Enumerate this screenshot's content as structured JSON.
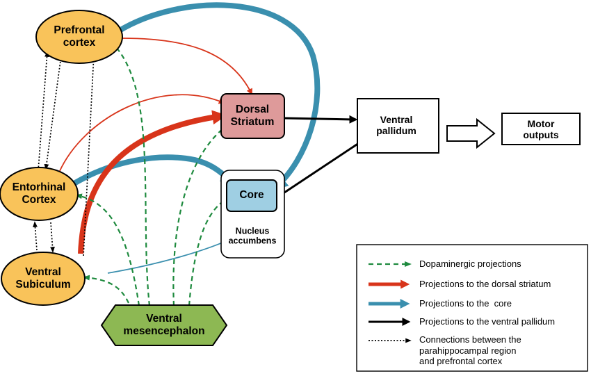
{
  "nodes": {
    "prefrontal": "Prefrontal\ncortex",
    "entorhinal": "Entorhinal\nCortex",
    "subiculum": "Ventral\nSubiculum",
    "mesencephalon": "Ventral\nmesencephalon",
    "dorsal_striatum": "Dorsal\nStriatum",
    "core": "Core",
    "nucleus_accumbens": "Nucleus\naccumbens",
    "ventral_pallidum": "Ventral\npallidum",
    "motor_outputs": "Motor\noutputs"
  },
  "legend": {
    "dopaminergic": "Dopaminergic projections",
    "dorsal_striatum": "Projections to the dorsal striatum",
    "core": "Projections to the  core",
    "ventral_pallidum": "Projections to the ventral pallidum",
    "connections": "Connections between the\nparahippocampal region\nand prefrontal cortex"
  },
  "colors": {
    "node_yellow": "#F9C35A",
    "striatum_pink": "#DE9A9A",
    "core_blue": "#9FCFE3",
    "mesencephalon_green": "#8DB853",
    "dopaminergic_green": "#1E8A3E",
    "red_projection": "#D8341A",
    "blue_projection": "#3A8FAE",
    "black": "#000000"
  }
}
